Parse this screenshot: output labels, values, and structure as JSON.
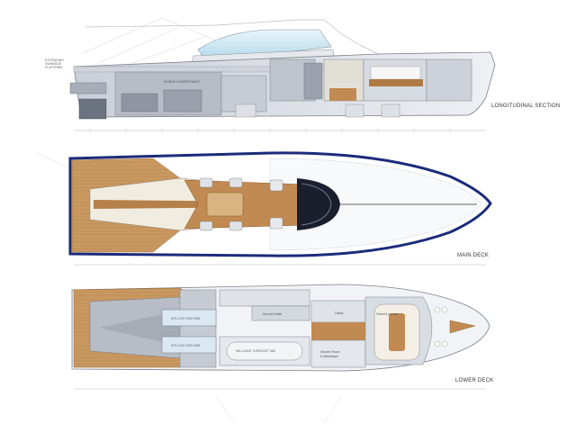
{
  "views": {
    "section": {
      "title": "LONGITUDINAL SECTION"
    },
    "main": {
      "title": "MAIN DECK"
    },
    "lower": {
      "title": "LOWER DECK"
    }
  },
  "section_labels": {
    "engine": "ENGINE COMPARTMENT",
    "platform_l1": "EXTENDING",
    "platform_l2": "SWIMSIDE",
    "platform_l3": "PLATFORM"
  },
  "lower_labels": {
    "engine_a": "MTU 10V 2000 M96",
    "engine_b": "MTU 10V 2000 M96",
    "tender": "WILLIAMS TURBOJET 385",
    "second_cabin": "Second Cabin",
    "galley": "Galley",
    "owner_lounge": "Owner's Lounge",
    "shower": "Shower Room",
    "shower_sub": "& Washbasin"
  },
  "colors": {
    "hull_dark": "#1b2b7a",
    "teak": "#c8955c",
    "teak_dark": "#a8743f",
    "interior": "#aeb4c0",
    "glass": "#d6ecf5",
    "cream": "#f1ece0"
  }
}
